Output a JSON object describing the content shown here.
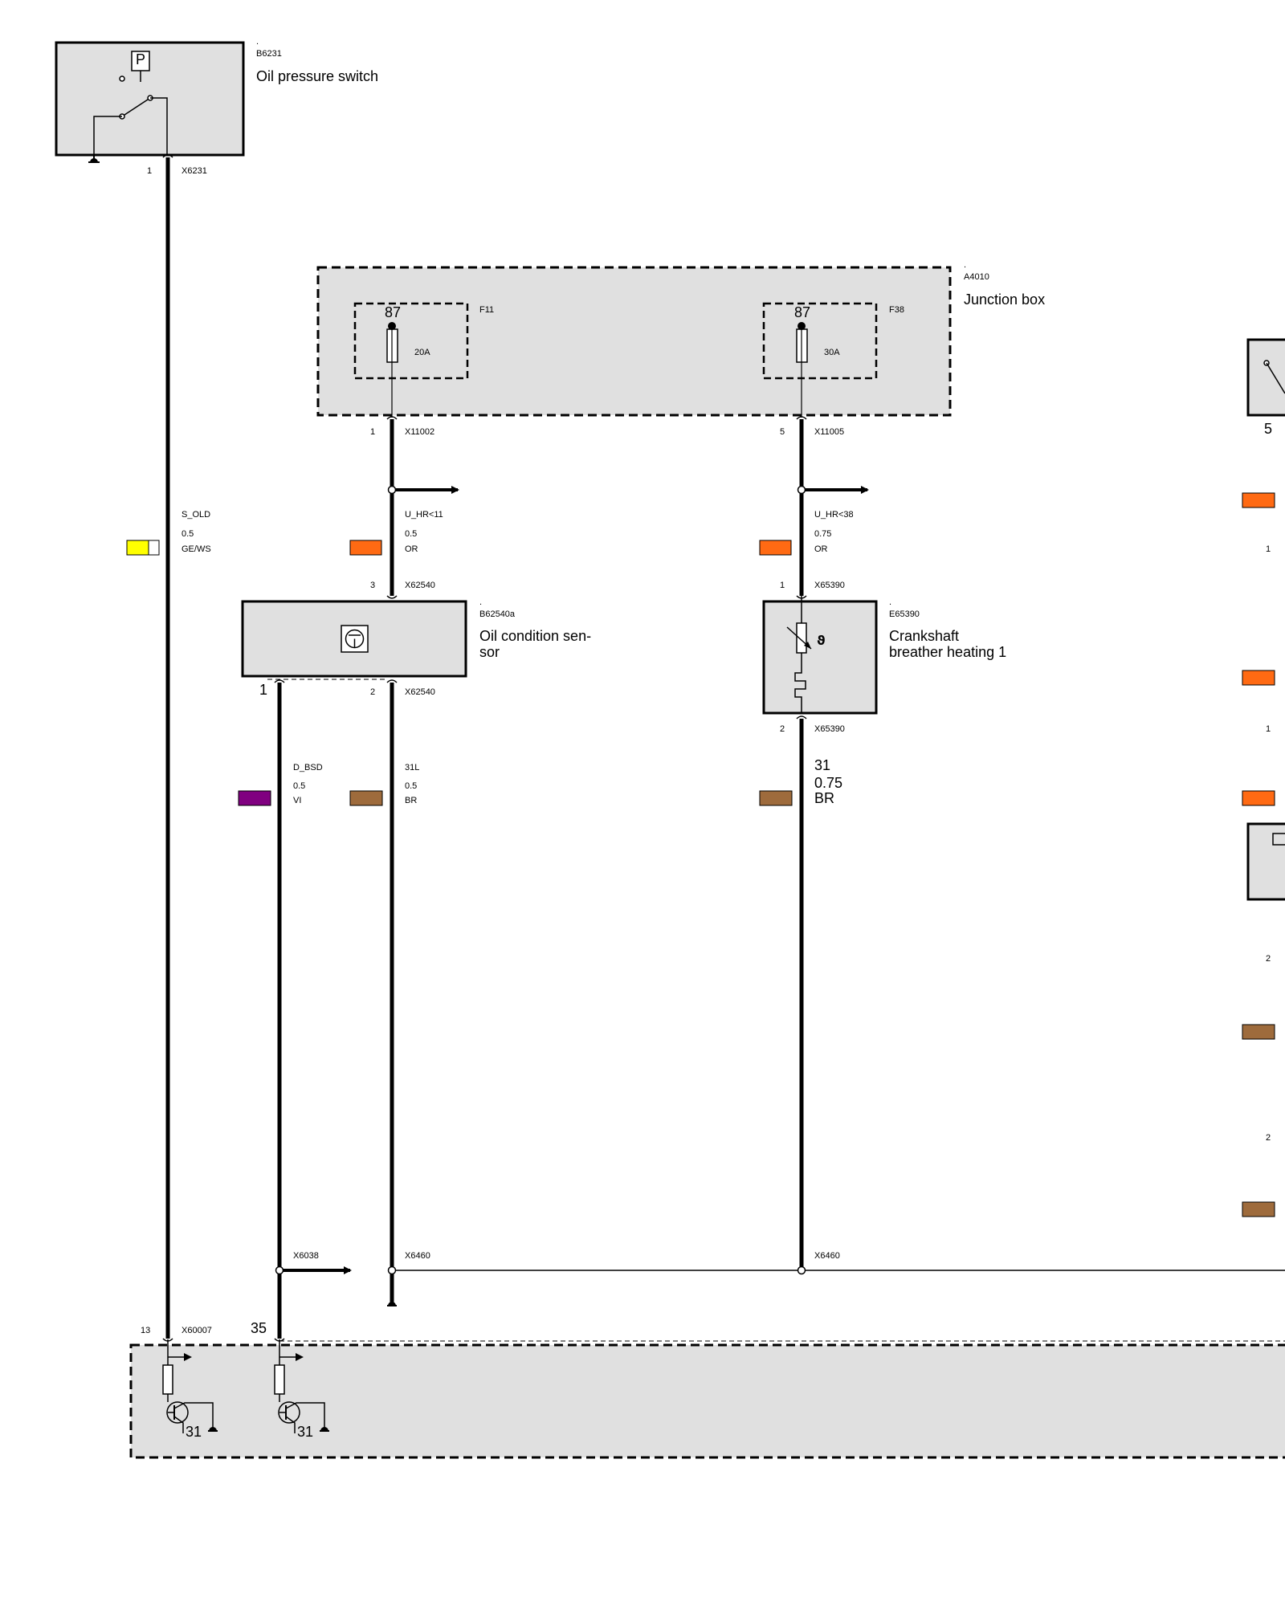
{
  "components": {
    "oil_pressure_switch": {
      "ref": "B6231",
      "name": "Oil pressure switch",
      "symbol": "P",
      "pin": "1",
      "connector": "X6231"
    },
    "junction_box": {
      "ref": "A4010",
      "name": "Junction box"
    },
    "fuse_f11": {
      "ref": "F11",
      "terminal": "87",
      "rating": "20A",
      "pin": "1",
      "connector": "X11002"
    },
    "fuse_f38": {
      "ref": "F38",
      "terminal": "87",
      "rating": "30A",
      "pin": "5",
      "connector": "X11005"
    },
    "oil_condition_sensor": {
      "ref": "B62540a",
      "name": "Oil condition sen-\nsor",
      "pin_in": "3",
      "connector_in": "X62540",
      "pin_out_1": "1",
      "pin_out_2": "2",
      "connector_out": "X62540"
    },
    "crankshaft_heater": {
      "ref": "E65390",
      "name": "Crankshaft\nbreather heating 1",
      "pin_in": "1",
      "connector_in": "X65390",
      "pin_out": "2",
      "connector_out": "X65390"
    },
    "dot": "."
  },
  "wires": [
    {
      "id": "s_old",
      "signal": "S_OLD",
      "size": "0.5",
      "color_code": "GE/WS",
      "swatch": [
        "#ffff00",
        "#ffffff"
      ]
    },
    {
      "id": "u_hr11",
      "signal": "U_HR<11",
      "size": "0.5",
      "color_code": "OR",
      "swatch": [
        "#ff6a13"
      ]
    },
    {
      "id": "u_hr38",
      "signal": "U_HR<38",
      "size": "0.75",
      "color_code": "OR",
      "swatch": [
        "#ff6a13"
      ]
    },
    {
      "id": "d_bsd",
      "signal": "D_BSD",
      "size": "0.5",
      "color_code": "VI",
      "swatch": [
        "#800080"
      ]
    },
    {
      "id": "l31l",
      "signal": "31L",
      "size": "0.5",
      "color_code": "BR",
      "swatch": [
        "#9e6b3c"
      ]
    },
    {
      "id": "w31",
      "signal": "31",
      "size": "0.75",
      "color_code": "BR",
      "swatch": [
        "#9e6b3c"
      ]
    }
  ],
  "connectors": {
    "x6038": "X6038",
    "x6460_a": "X6460",
    "x6460_b": "X6460",
    "x60007": "X60007",
    "pin_13": "13",
    "pin_35": "35",
    "ground_31": "31"
  },
  "right_edge": {
    "pin_5": "5",
    "pin_1a": "1",
    "pin_1b": "1",
    "pin_2a": "2",
    "pin_2b": "2"
  },
  "colors": {
    "box_fill": "#e0e0e0",
    "line": "#000000",
    "orange": "#ff6a13",
    "brown": "#9e6b3c",
    "violet": "#800080",
    "yellow": "#ffff00"
  }
}
